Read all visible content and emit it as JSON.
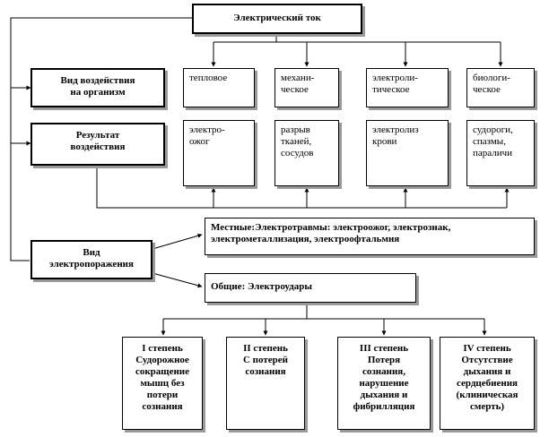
{
  "root": "Электрический ток",
  "rows": {
    "effect_type": "Вид воздействия\nна организм",
    "effect_result": "Результат\nвоздействия",
    "lesion_type": "Вид\nэлектропоражения"
  },
  "effects": [
    {
      "type": "тепловое",
      "result": "электро-\nожог"
    },
    {
      "type": "механи-\nческое",
      "result": "разрыв\nтканей,\nсосудов"
    },
    {
      "type": "электроли-\nтическое",
      "result": "электролиз\nкрови"
    },
    {
      "type": "биологи-\nческое",
      "result": "судороги,\nспазмы,\nпараличи"
    }
  ],
  "local": "Местные:Электротравмы: электроожог, электрознак,\nэлектрометаллизация, электроофтальмия",
  "general": "Общие: Электроудары",
  "degrees": [
    {
      "title": "I степень",
      "desc": "Судорожное\nсокращение\nмышц без\nпотери\nсознания"
    },
    {
      "title": "II степень",
      "desc": "С потерей\nсознания"
    },
    {
      "title": "III степень",
      "desc": "Потеря\nсознания,\nнарушение\nдыхания и\nфибрилляция"
    },
    {
      "title": "IV степень",
      "desc": "Отсутствие\nдыхания и\nсердцебиения\n(клиническая\nсмерть)"
    }
  ]
}
